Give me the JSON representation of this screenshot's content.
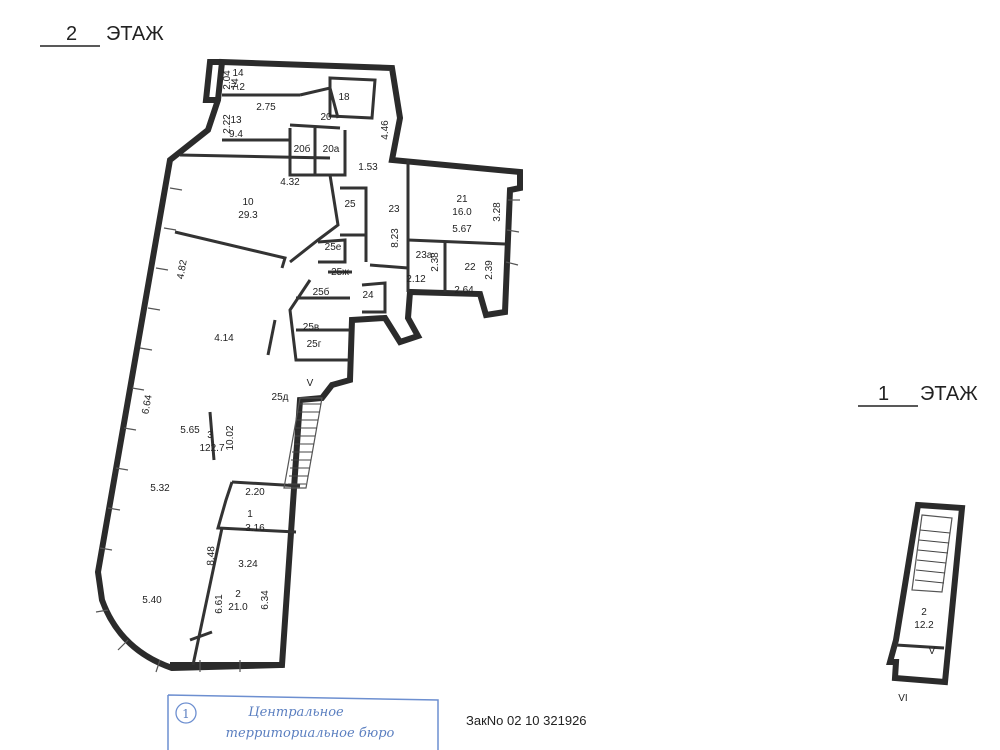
{
  "floors": {
    "second": {
      "number": "2",
      "label": "ЭТАЖ"
    },
    "first": {
      "number": "1",
      "label": "ЭТАЖ"
    }
  },
  "rooms": {
    "r14": {
      "num": "14",
      "area": "7.2"
    },
    "r18": {
      "num": "18"
    },
    "r20": {
      "num": "20"
    },
    "r13": {
      "num": "13",
      "area": "9.4"
    },
    "r20b": {
      "num": "20б"
    },
    "r20a": {
      "num": "20а"
    },
    "r10": {
      "num": "10",
      "area": "29.3"
    },
    "r25": {
      "num": "25"
    },
    "r25e": {
      "num": "25е"
    },
    "r25zh": {
      "num": "25ж"
    },
    "r25b": {
      "num": "25б"
    },
    "r25v": {
      "num": "25в"
    },
    "r25g": {
      "num": "25г"
    },
    "r25d": {
      "num": "25д"
    },
    "r24": {
      "num": "24"
    },
    "r23": {
      "num": "23"
    },
    "r21": {
      "num": "21",
      "area": "16.0"
    },
    "r23a": {
      "num": "23а"
    },
    "r22": {
      "num": "22"
    },
    "r3": {
      "num": "3",
      "area": "122.7"
    },
    "r1": {
      "num": "1",
      "area": "3.16"
    },
    "r2": {
      "num": "2",
      "area": "21.0"
    },
    "f1_r2": {
      "num": "2",
      "area": "12.2"
    }
  },
  "dimensions": {
    "d204": "2.04",
    "d275": "2.75",
    "d222": "2.22",
    "d446": "4.46",
    "d153": "1.53",
    "d432": "4.32",
    "d823": "8.23",
    "d567": "5.67",
    "d328": "3.28",
    "d238": "2.38",
    "d212": "2.12",
    "d239": "2.39",
    "d264": "2.64",
    "d482": "4.82",
    "d414": "4.14",
    "d664": "6.64",
    "d565": "5.65",
    "d1002": "10.02",
    "d532": "5.32",
    "d220": "2.20",
    "d848": "8.48",
    "d324": "3.24",
    "d661": "6.61",
    "d634": "6.34",
    "d540": "5.40"
  },
  "marks": {
    "v": "V",
    "vi": "VI",
    "f1_v": "V"
  },
  "stamp": {
    "number": "1",
    "line1": "Центральное",
    "line2": "территориальное бюро"
  },
  "order_number": "ЗакNo 02 10 321926"
}
